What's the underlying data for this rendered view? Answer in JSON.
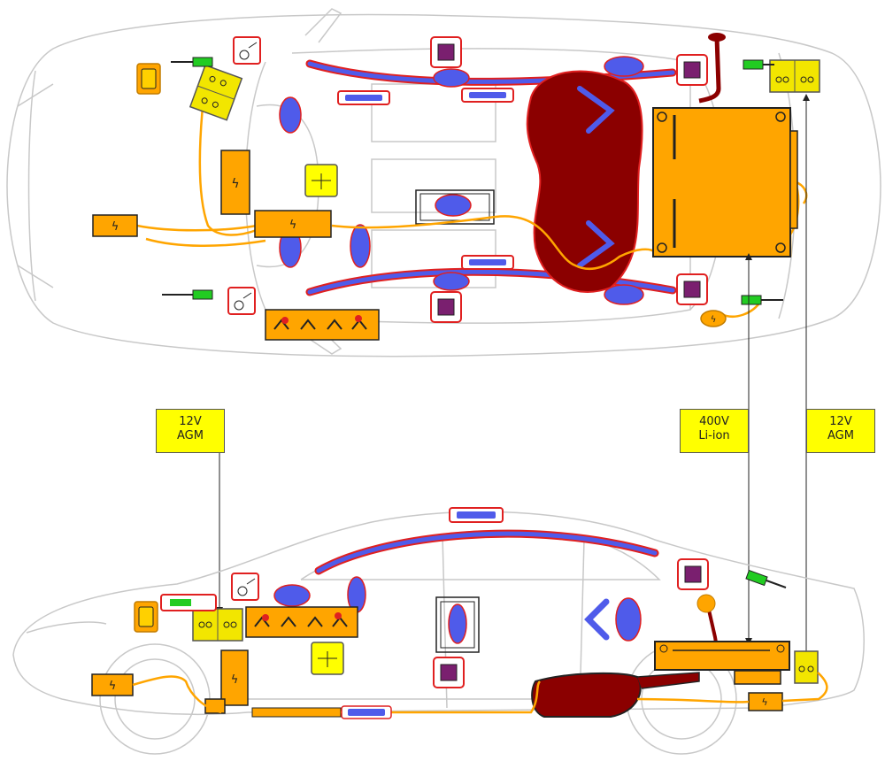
{
  "colors": {
    "outline": "#c8c8c8",
    "outline_dark": "#9a9a9a",
    "orange": "#ffa500",
    "orange_stroke": "#c27c00",
    "yellow": "#ffff00",
    "battery_yellow": "#f2e600",
    "airbag_blue": "#4f5bea",
    "red_border": "#e02020",
    "fuel_tank": "#8b0000",
    "purple": "#7a1f6f",
    "green": "#22cc22"
  },
  "labels": {
    "battery_front": {
      "line1": "12V",
      "line2": "AGM"
    },
    "battery_hv": {
      "line1": "400V",
      "line2": "Li-ion"
    },
    "battery_rear": {
      "line1": "12V",
      "line2": "AGM"
    }
  },
  "symbols": {
    "high_voltage": "ϟ"
  }
}
